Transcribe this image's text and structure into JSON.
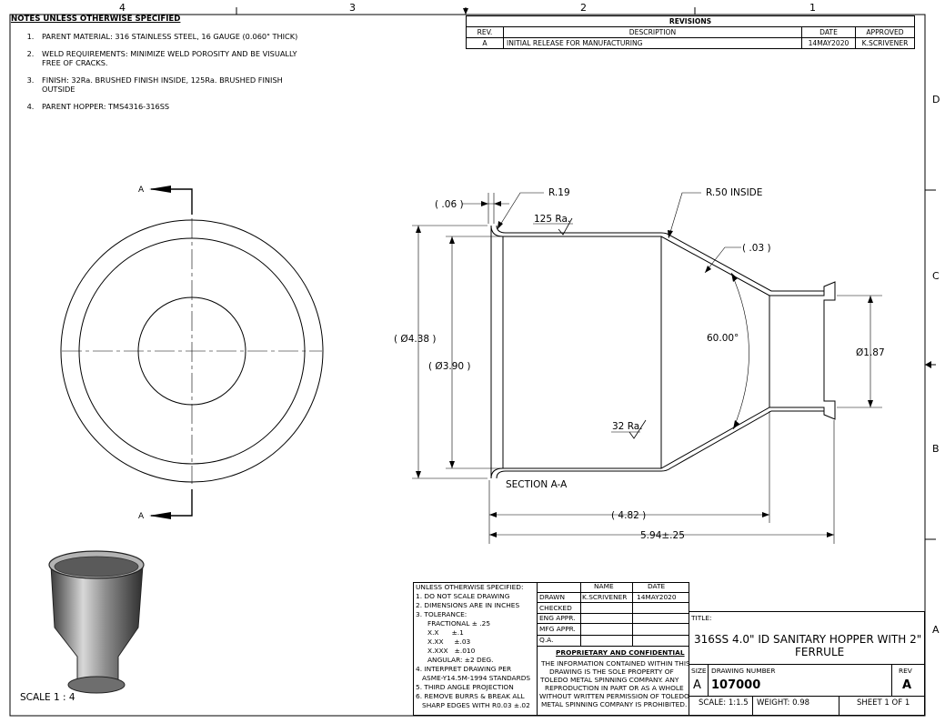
{
  "zones": {
    "columns": [
      "4",
      "3",
      "2",
      "1"
    ],
    "rows": [
      "D",
      "C",
      "B",
      "A"
    ]
  },
  "notes": {
    "heading": "NOTES UNLESS OTHERWISE SPECIFIED",
    "items": [
      "PARENT MATERIAL: 316 STAINLESS STEEL, 16 GAUGE (0.060\" THICK)",
      "WELD REQUIREMENTS: MINIMIZE WELD POROSITY AND BE VISUALLY FREE OF CRACKS.",
      "FINISH: 32Ra. BRUSHED FINISH INSIDE, 125Ra. BRUSHED FINISH OUTSIDE",
      "PARENT HOPPER: TMS4316-316SS"
    ]
  },
  "revisions": {
    "title": "REVISIONS",
    "headers": {
      "rev": "REV.",
      "description": "DESCRIPTION",
      "date": "DATE",
      "approved": "APPROVED"
    },
    "row": {
      "rev": "A",
      "description": "INITIAL RELEASE FOR MANUFACTURING",
      "date": "14MAY2020",
      "approved": "K.SCRIVENER"
    }
  },
  "views": {
    "section_letter": "A",
    "section_label": "SECTION A-A",
    "iso_scale": "SCALE 1 : 4"
  },
  "dimensions": {
    "lip": "( .06 )",
    "r_lip": "R.19",
    "r_inside": "R.50 INSIDE",
    "finish_out": "125 Ra.",
    "finish_in": "32 Ra.",
    "thickness": "( .03 )",
    "angle": "60.00°",
    "od": "( Ø4.38 )",
    "id": "( Ø3.90 )",
    "ferrule": "Ø1.87",
    "length_body": "( 4.82 )",
    "length_total": "5.94±.25"
  },
  "title_block": {
    "spec_lines": [
      "UNLESS OTHERWISE SPECIFIED:",
      "1. DO NOT SCALE DRAWING",
      "2. DIMENSIONS ARE IN INCHES",
      "3. TOLERANCE:",
      "FRACTIONAL ± .25",
      "X.X      ±.1",
      "X.XX     ±.03",
      "X.XXX   ±.010",
      "ANGULAR: ±2 DEG.",
      "4. INTERPRET DRAWING PER",
      "ASME-Y14.5M-1994 STANDARDS",
      "5. THIRD ANGLE PROJECTION",
      "6. REMOVE BURRS & BREAK ALL",
      "SHARP EDGES WITH R0.03 ±.02"
    ],
    "approval_headers": {
      "name": "NAME",
      "date": "DATE"
    },
    "approvals": [
      {
        "role": "DRAWN",
        "name": "K.SCRIVENER",
        "date": "14MAY2020"
      },
      {
        "role": "CHECKED",
        "name": "",
        "date": ""
      },
      {
        "role": "ENG APPR.",
        "name": "",
        "date": ""
      },
      {
        "role": "MFG APPR.",
        "name": "",
        "date": ""
      },
      {
        "role": "Q.A.",
        "name": "",
        "date": ""
      }
    ],
    "proprietary_heading": "PROPRIETARY AND CONFIDENTIAL",
    "proprietary_lines": [
      "THE INFORMATION CONTAINED WITHIN THIS",
      "DRAWING IS THE SOLE PROPERTY OF",
      "TOLEDO METAL SPINNING COMPANY.  ANY",
      "REPRODUCTION IN PART OR AS A WHOLE",
      "WITHOUT WRITTEN PERMISSION OF TOLEDO",
      "METAL SPINNING COMPANY IS PROHIBITED."
    ],
    "title_label": "TITLE:",
    "title_line1": "316SS 4.0\" ID SANITARY HOPPER WITH 2\"",
    "title_line2": "FERRULE",
    "size_label": "SIZE",
    "size": "A",
    "dwg_label": "DRAWING NUMBER",
    "dwg_number": "107000",
    "rev_label": "REV",
    "rev": "A",
    "scale": "SCALE: 1:1.5",
    "weight": "WEIGHT: 0.98",
    "sheet": "SHEET 1 OF 1"
  }
}
